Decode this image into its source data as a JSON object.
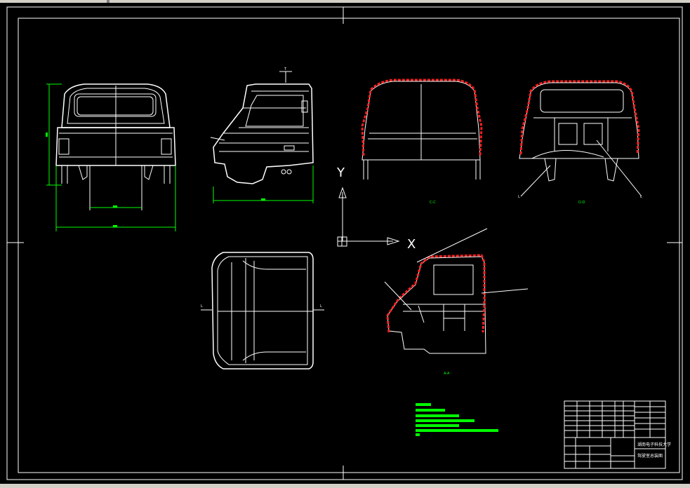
{
  "ucs": {
    "y_label": "Y",
    "x_label": "X"
  },
  "views": {
    "side_view_marker": "T",
    "section_c": "C-C",
    "section_d": "D-D",
    "section_a": "A-A",
    "top_view_marker_left": "L",
    "top_view_marker_right": "L",
    "section_d_balloon_left": "L",
    "section_d_balloon_right": "L"
  },
  "title_block": {
    "university": "湖南电子科技大学",
    "drawing_title": "驾驶室总装图"
  },
  "colors": {
    "background": "#000000",
    "lines": "#ffffff",
    "dimensions": "#00ff00",
    "seal": "#ff2020"
  }
}
